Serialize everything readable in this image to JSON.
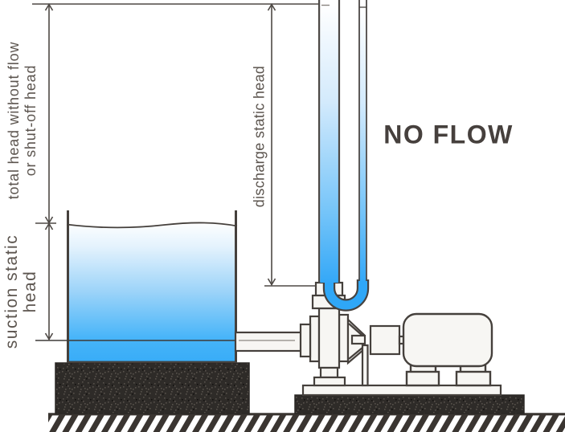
{
  "figure": {
    "status_text": "NO FLOW",
    "labels": {
      "total_head_line1": "total head without flow",
      "total_head_line2": "or shut-off head",
      "suction_line1": "suction static",
      "suction_line2": "head",
      "discharge_head": "discharge static head"
    },
    "colors": {
      "water_deep_blue": "#3ab0f8",
      "pipe_water_blue": "#2fa7f7",
      "equipment_outline": "#45403c",
      "dimension_line": "#4e4945",
      "label_text": "#5c554f",
      "no_flow_text": "#46403d",
      "equipment_fill": "#f7f6f3",
      "foundation_dark": "#2e2b28",
      "ground_hatch": "#3a3531"
    }
  }
}
